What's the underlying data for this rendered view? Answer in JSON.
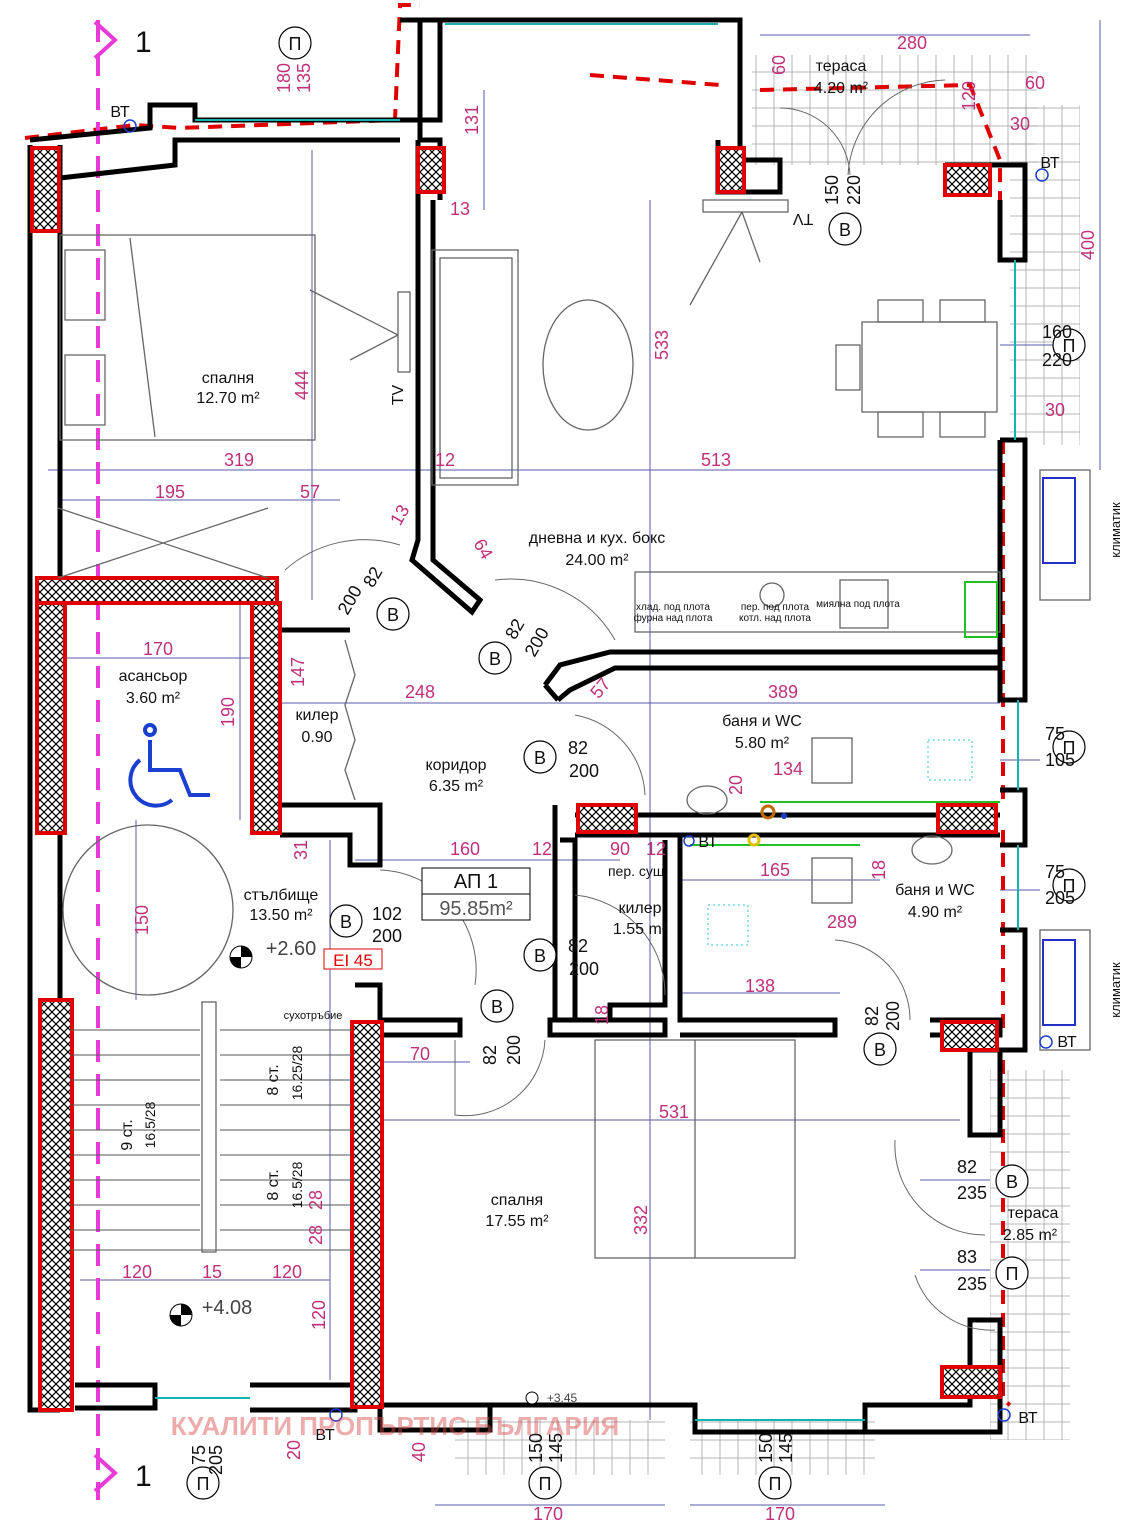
{
  "plan": {
    "apartment": {
      "name": "АП 1",
      "area": "95.85m²",
      "fire_rating": "EI 45"
    },
    "axis_labels": [
      "1",
      "1"
    ],
    "rooms": [
      {
        "name": "спалня",
        "area": "12.70 m²"
      },
      {
        "name": "дневна и кух. бокс",
        "area": "24.00 m²"
      },
      {
        "name": "тераса",
        "area": "4.20 m²"
      },
      {
        "name": "асансьор",
        "area": "3.60 m²"
      },
      {
        "name": "килер",
        "area": "0.90"
      },
      {
        "name": "коридор",
        "area": "6.35 m²"
      },
      {
        "name": "баня и WC",
        "area": "5.80 m²"
      },
      {
        "name": "стълбище",
        "area": "13.50 m²"
      },
      {
        "name": "пер. суш.",
        "area": ""
      },
      {
        "name": "килер",
        "area": "1.55 m²"
      },
      {
        "name": "баня и WC",
        "area": "4.90 m²"
      },
      {
        "name": "спалня",
        "area": "17.55 m²"
      },
      {
        "name": "тераса",
        "area": "2.85 m²"
      }
    ],
    "levels": [
      "+2.60",
      "+4.08",
      "+3.45"
    ],
    "annotations": {
      "tv": "TV",
      "climatic": "климатик",
      "dry_riser": "сухотръбие",
      "vertical": "ВТ",
      "kitchen_1": "хлад. под плота",
      "kitchen_2": "фурна над плота",
      "kitchen_3": "пер. под плота",
      "kitchen_4": "котл. над плота",
      "kitchen_5": "миялна под плота",
      "stairs_1": "9 ст.",
      "stairs_1_size": "16.5/28",
      "stairs_2": "8 ст.",
      "stairs_2_size": "16.25/28",
      "stairs_3": "8 ст.",
      "stairs_3_size": "16.5/28",
      "watermark": "КУАЛИТИ ПРОПЪРТИС БЪЛГАРИЯ"
    },
    "door_tags": [
      "В",
      "П"
    ],
    "dimensions": [
      "180",
      "135",
      "131",
      "13",
      "444",
      "319",
      "12",
      "513",
      "195",
      "57",
      "13",
      "82",
      "200",
      "64",
      "82",
      "200",
      "533",
      "280",
      "60",
      "60",
      "120",
      "30",
      "150",
      "220",
      "400",
      "160",
      "220",
      "30",
      "170",
      "190",
      "147",
      "248",
      "57",
      "389",
      "82",
      "200",
      "20",
      "134",
      "75",
      "105",
      "31",
      "160",
      "12",
      "90",
      "12",
      "165",
      "18",
      "289",
      "75",
      "205",
      "150",
      "102",
      "200",
      "82",
      "200",
      "18",
      "138",
      "82",
      "200",
      "82",
      "200",
      "70",
      "531",
      "82",
      "235",
      "83",
      "235",
      "332",
      "120",
      "15",
      "120",
      "28",
      "28",
      "120",
      "75",
      "205",
      "20",
      "40",
      "150",
      "145",
      "150",
      "145",
      "170",
      "170"
    ]
  }
}
